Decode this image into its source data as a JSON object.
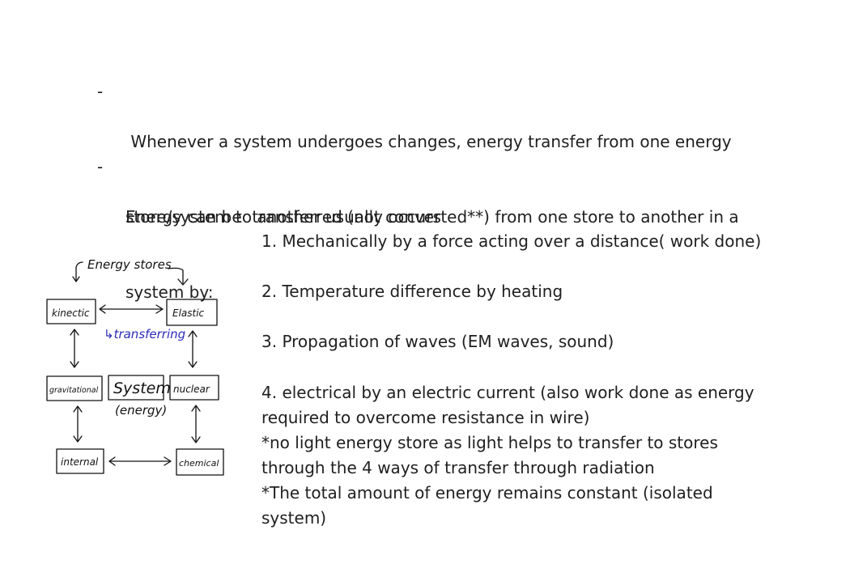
{
  "bullets": [
    {
      "marker": "-",
      "lines": [
        " Whenever a system undergoes changes, energy transfer from one energy",
        "store/system to another usually occurs"
      ]
    },
    {
      "marker": "-",
      "lines": [
        "Energy can be  transferred (not converted**) from one store to another in a",
        "system by:"
      ]
    }
  ],
  "items": {
    "one": "1. Mechanically by a force acting over a distance( work done)",
    "two": "2. Temperature difference by heating",
    "three": "3. Propagation of waves (EM waves, sound)",
    "four": {
      "lines": [
        "4. electrical by an electric current (also work done as energy",
        "required to overcome resistance in wire)",
        "*no light energy store as light helps to transfer to stores",
        "through the 4 ways of transfer through radiation",
        "*The total amount of energy remains constant (isolated",
        "system)"
      ]
    }
  },
  "diagram": {
    "heading": "Energy stores",
    "note": "↳transferring",
    "center_label": "System",
    "center_sub": "(energy)",
    "stores": {
      "kinetic": "kinectic",
      "elastic": "Elastic",
      "gravitational": "gravitational",
      "nuclear": "nuclear",
      "internal": "internal",
      "chemical": "chemical"
    },
    "ink_color": "#111111",
    "note_color": "#2b2bb8"
  }
}
